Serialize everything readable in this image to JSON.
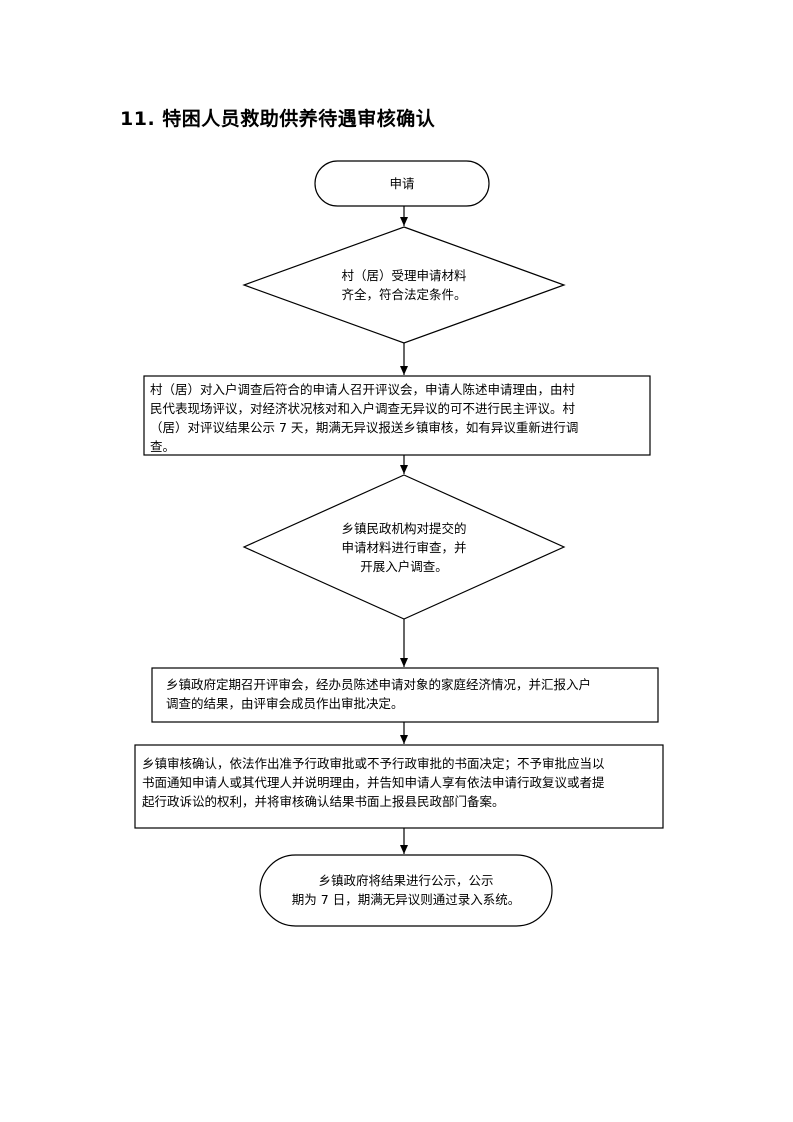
{
  "title": "11. 特困人员救助供养待遇审核确认",
  "nodes": {
    "start": {
      "text": "申请"
    },
    "check_material": {
      "lines": [
        "村（居）受理申请材料",
        "齐全，符合法定条件。"
      ]
    },
    "village_review": {
      "lines": [
        "村（居）对入户调查后符合的申请人召开评议会，申请人陈述申请理由，由村",
        "民代表现场评议，对经济状况核对和入户调查无异议的可不进行民主评议。村",
        "（居）对评议结果公示 7 天，期满无异议报送乡镇审核，如有异议重新进行调",
        "查。"
      ]
    },
    "town_review": {
      "lines": [
        "乡镇民政机构对提交的",
        "申请材料进行审查，并",
        "开展入户调查。"
      ]
    },
    "town_council": {
      "lines": [
        "乡镇政府定期召开评审会，经办员陈述申请对象的家庭经济情况，并汇报入户",
        "调查的结果，由评审会成员作出审批决定。"
      ]
    },
    "town_confirm": {
      "lines": [
        "乡镇审核确认，依法作出准予行政审批或不予行政审批的书面决定；不予审批应当以",
        "书面通知申请人或其代理人并说明理由，并告知申请人享有依法申请行政复议或者提",
        "起行政诉讼的权利，并将审核确认结果书面上报县民政部门备案。"
      ]
    },
    "end": {
      "lines": [
        "乡镇政府将结果进行公示，公示",
        "期为 7 日，期满无异议则通过录入系统。"
      ]
    }
  }
}
